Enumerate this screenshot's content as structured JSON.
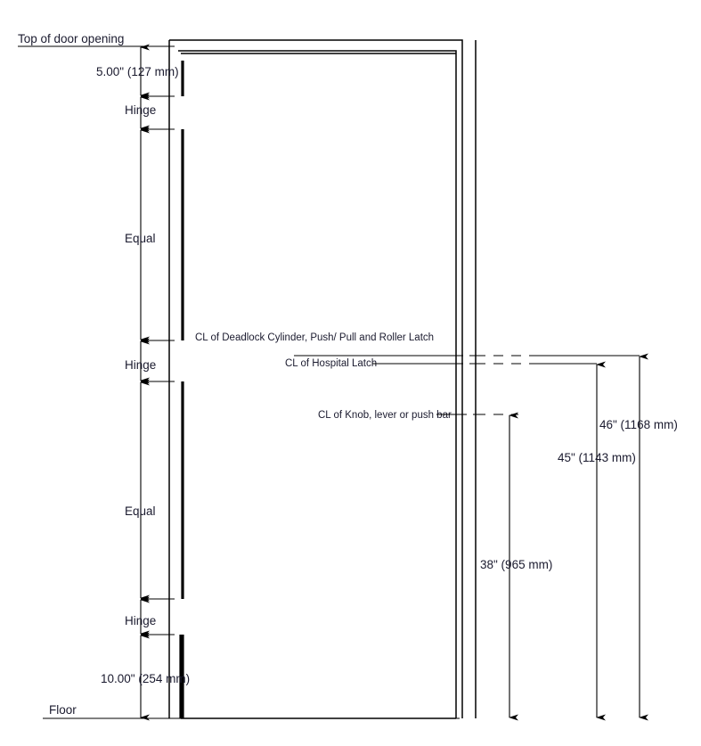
{
  "drawing": {
    "title_note": "Door hardware mounting heights elevation",
    "reference_lines": {
      "top_of_door_opening": "Top of door opening",
      "floor": "Floor"
    },
    "left_dimensions": [
      {
        "id": "top-offset",
        "label": "5.00\"  (127 mm)"
      },
      {
        "id": "hinge-top",
        "label": "Hinge"
      },
      {
        "id": "equal-upper",
        "label": "Equal"
      },
      {
        "id": "hinge-middle",
        "label": "Hinge"
      },
      {
        "id": "equal-lower",
        "label": "Equal"
      },
      {
        "id": "hinge-bottom",
        "label": "Hinge"
      },
      {
        "id": "bottom-offset",
        "label": "10.00\" (254 mm)"
      }
    ],
    "centerline_labels": [
      {
        "id": "deadlock",
        "label": "CL of Deadlock Cylinder, Push/ Pull and Roller Latch"
      },
      {
        "id": "hospital-latch",
        "label": "CL of Hospital Latch"
      },
      {
        "id": "knob",
        "label": "CL of Knob, lever or push bar"
      }
    ],
    "right_dimensions": [
      {
        "id": "deadlock-height",
        "label": "46\" (1168 mm)"
      },
      {
        "id": "hospital-latch-height",
        "label": "45\" (1143 mm)"
      },
      {
        "id": "knob-height",
        "label": "38\" (965 mm)"
      }
    ],
    "colors": {
      "line": "#000000",
      "text": "#1a1a2e",
      "background": "#ffffff"
    }
  }
}
